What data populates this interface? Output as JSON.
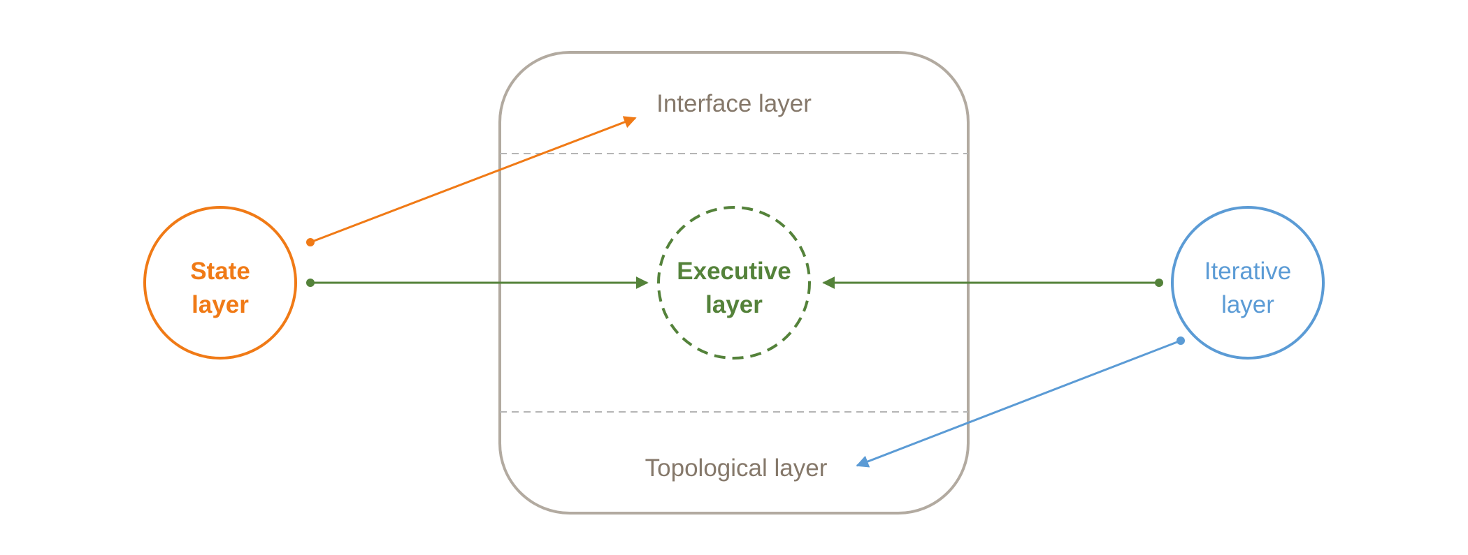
{
  "colors": {
    "state": "#f07a16",
    "executive": "#54823a",
    "iterative": "#5b9bd5",
    "frame": "#b2aaa0",
    "frame_text": "#85786a",
    "divider": "#b5b5b5"
  },
  "frame": {
    "top_label": "Interface layer",
    "bottom_label": "Topological layer"
  },
  "nodes": {
    "state": {
      "line1": "State",
      "line2": "layer"
    },
    "executive": {
      "line1": "Executive",
      "line2": "layer"
    },
    "iterative": {
      "line1": "Iterative",
      "line2": "layer"
    }
  }
}
